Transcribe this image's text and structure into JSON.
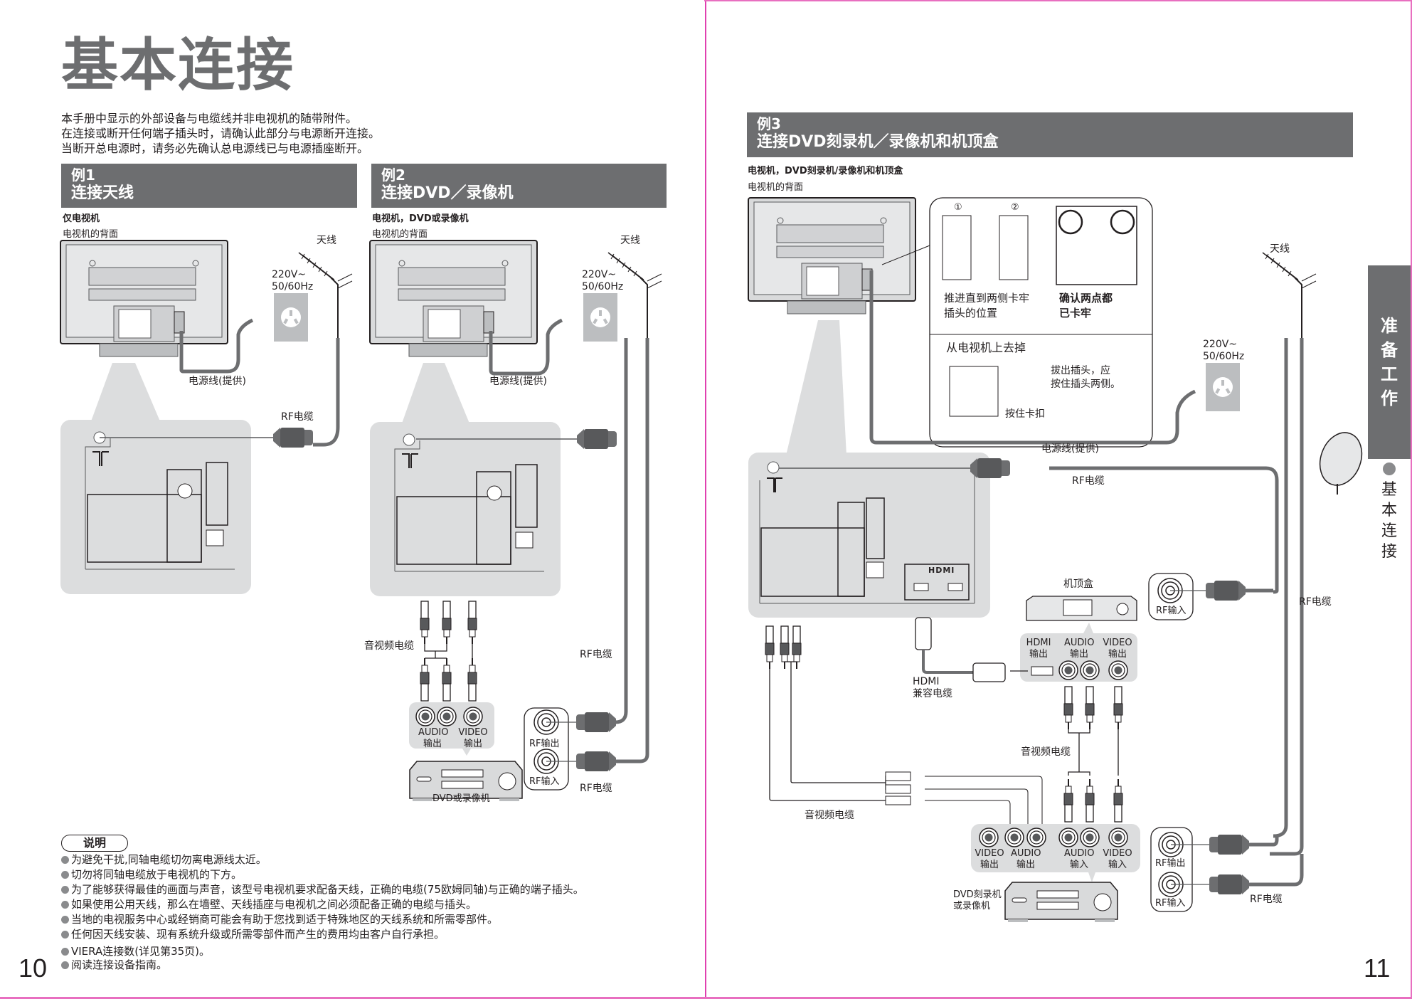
{
  "left_page": {
    "title": "基本连接",
    "intro": [
      "本手册中显示的外部设备与电缆线并非电视机的随带附件。",
      "在连接或断开任何端子插头时，请确认此部分与电源断开连接。",
      "当断开总电源时，请务必先确认总电源线已与电源插座断开。"
    ],
    "example1": {
      "number": "例1",
      "title": "连接天线",
      "subtitle": "仅电视机",
      "tv_back_label": "电视机的背面",
      "antenna_label": "天线",
      "power_spec": [
        "220V~",
        "50/60Hz"
      ],
      "power_cord_label": "电源线(提供)",
      "rf_cable_label": "RF电缆"
    },
    "example2": {
      "number": "例2",
      "title": "连接DVD／录像机",
      "subtitle": "电视机，DVD或录像机",
      "tv_back_label": "电视机的背面",
      "antenna_label": "天线",
      "power_spec": [
        "220V~",
        "50/60Hz"
      ],
      "power_cord_label": "电源线(提供)",
      "av_cable_label": "音视频电缆",
      "rf_cable_label_1": "RF电缆",
      "rf_cable_label_2": "RF电缆",
      "audio_out": [
        "AUDIO",
        "输出"
      ],
      "video_out": [
        "VIDEO",
        "输出"
      ],
      "rf_out": "RF输出",
      "rf_in": "RF输入",
      "device_label": "DVD或录像机"
    },
    "notes": {
      "heading": "说明",
      "items": [
        "为避免干扰,同轴电缆切勿离电源线太近。",
        "切勿将同轴电缆放于电视机的下方。",
        "为了能够获得最佳的画面与声音，该型号电视机要求配备天线，正确的电缆(75欧姆同轴)与正确的端子插头。",
        "如果使用公用天线，那么在墙壁、天线插座与电视机之间必须配备正确的电缆与插头。",
        "当地的电视服务中心或经销商可能会有助于您找到适于特殊地区的天线系统和所需零部件。",
        "任何因天线安装、现有系统升级或所需零部件而产生的费用均由客户自行承担。"
      ],
      "extra_items": [
        "VIERA连接数(详见第35页)。",
        "阅读连接设备指南。"
      ]
    },
    "page_number": "10"
  },
  "right_page": {
    "example3": {
      "number": "例3",
      "title": "连接DVD刻录机／录像机和机顶盒",
      "subtitle": "电视机，DVD刻录机/录像机和机顶盒",
      "tv_back_label": "电视机的背面",
      "inset": {
        "step1": "①",
        "step2": "②",
        "push_text": [
          "推进直到两侧卡牢",
          "插头的位置"
        ],
        "confirm_text": [
          "确认两点都",
          "已卡牢"
        ],
        "remove_heading": "从电视机上去掉",
        "remove_text": [
          "拔出插头，应",
          "按住插头两侧。"
        ],
        "clip_label": "按住卡扣"
      },
      "antenna_label": "天线",
      "power_spec": [
        "220V~",
        "50/60Hz"
      ],
      "power_cord_label": "电源线(提供)",
      "rf_cable_label_top": "RF电缆",
      "rf_cable_label_stb": "RF电缆",
      "rf_cable_label_bottom": "RF电缆",
      "stb_label": "机顶盒",
      "stb_rf_in": "RF输入",
      "stb_hdmi_out": [
        "HDMI",
        "输出"
      ],
      "stb_audio_out": [
        "AUDIO",
        "输出"
      ],
      "stb_video_out": [
        "VIDEO",
        "输出"
      ],
      "hdmi_cable_label": [
        "HDMI",
        "兼容电缆"
      ],
      "hdmi_panel_label": "HDMI",
      "av_cable_label_1": "音视频电缆",
      "av_cable_label_2": "音视频电缆",
      "dvd_video_out": [
        "VIDEO",
        "输出"
      ],
      "dvd_audio_out": [
        "AUDIO",
        "输出"
      ],
      "dvd_audio_in": [
        "AUDIO",
        "输入"
      ],
      "dvd_video_in": [
        "VIDEO",
        "输入"
      ],
      "dvd_rf_out": "RF输出",
      "dvd_rf_in": "RF输入",
      "device_label": [
        "DVD刻录机",
        "或录像机"
      ]
    },
    "side_tab": {
      "section": [
        "准",
        "备",
        "工",
        "作"
      ],
      "current": [
        "基",
        "本",
        "连",
        "接"
      ]
    },
    "page_number": "11"
  },
  "colors": {
    "header_gray": "#6d6e70",
    "panel_gray": "#dcddde",
    "cable_gray": "#6d6e70",
    "border_pink": "#e86fc0"
  }
}
